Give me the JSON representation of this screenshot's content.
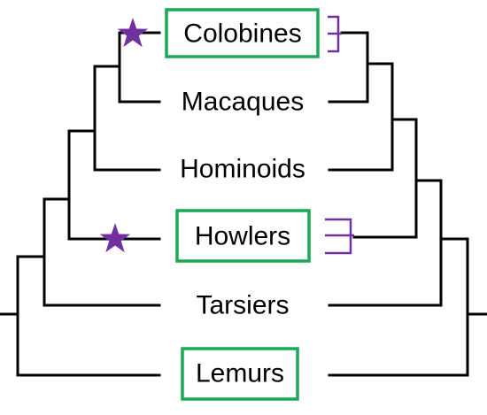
{
  "taxa": [
    {
      "id": "colobines",
      "label": "Colobines",
      "boxed": true,
      "star": true
    },
    {
      "id": "macaques",
      "label": "Macaques",
      "boxed": false,
      "star": false
    },
    {
      "id": "hominoids",
      "label": "Hominoids",
      "boxed": false,
      "star": false
    },
    {
      "id": "howlers",
      "label": "Howlers",
      "boxed": true,
      "star": true
    },
    {
      "id": "tarsiers",
      "label": "Tarsiers",
      "boxed": false,
      "star": false
    },
    {
      "id": "lemurs",
      "label": "Lemurs",
      "boxed": true,
      "star": false
    }
  ],
  "colors": {
    "box": "#1aaa55",
    "marker": "#7030a0",
    "line": "#000000"
  },
  "icons": {
    "marker": "star-icon",
    "bracket": "bracket-icon"
  }
}
